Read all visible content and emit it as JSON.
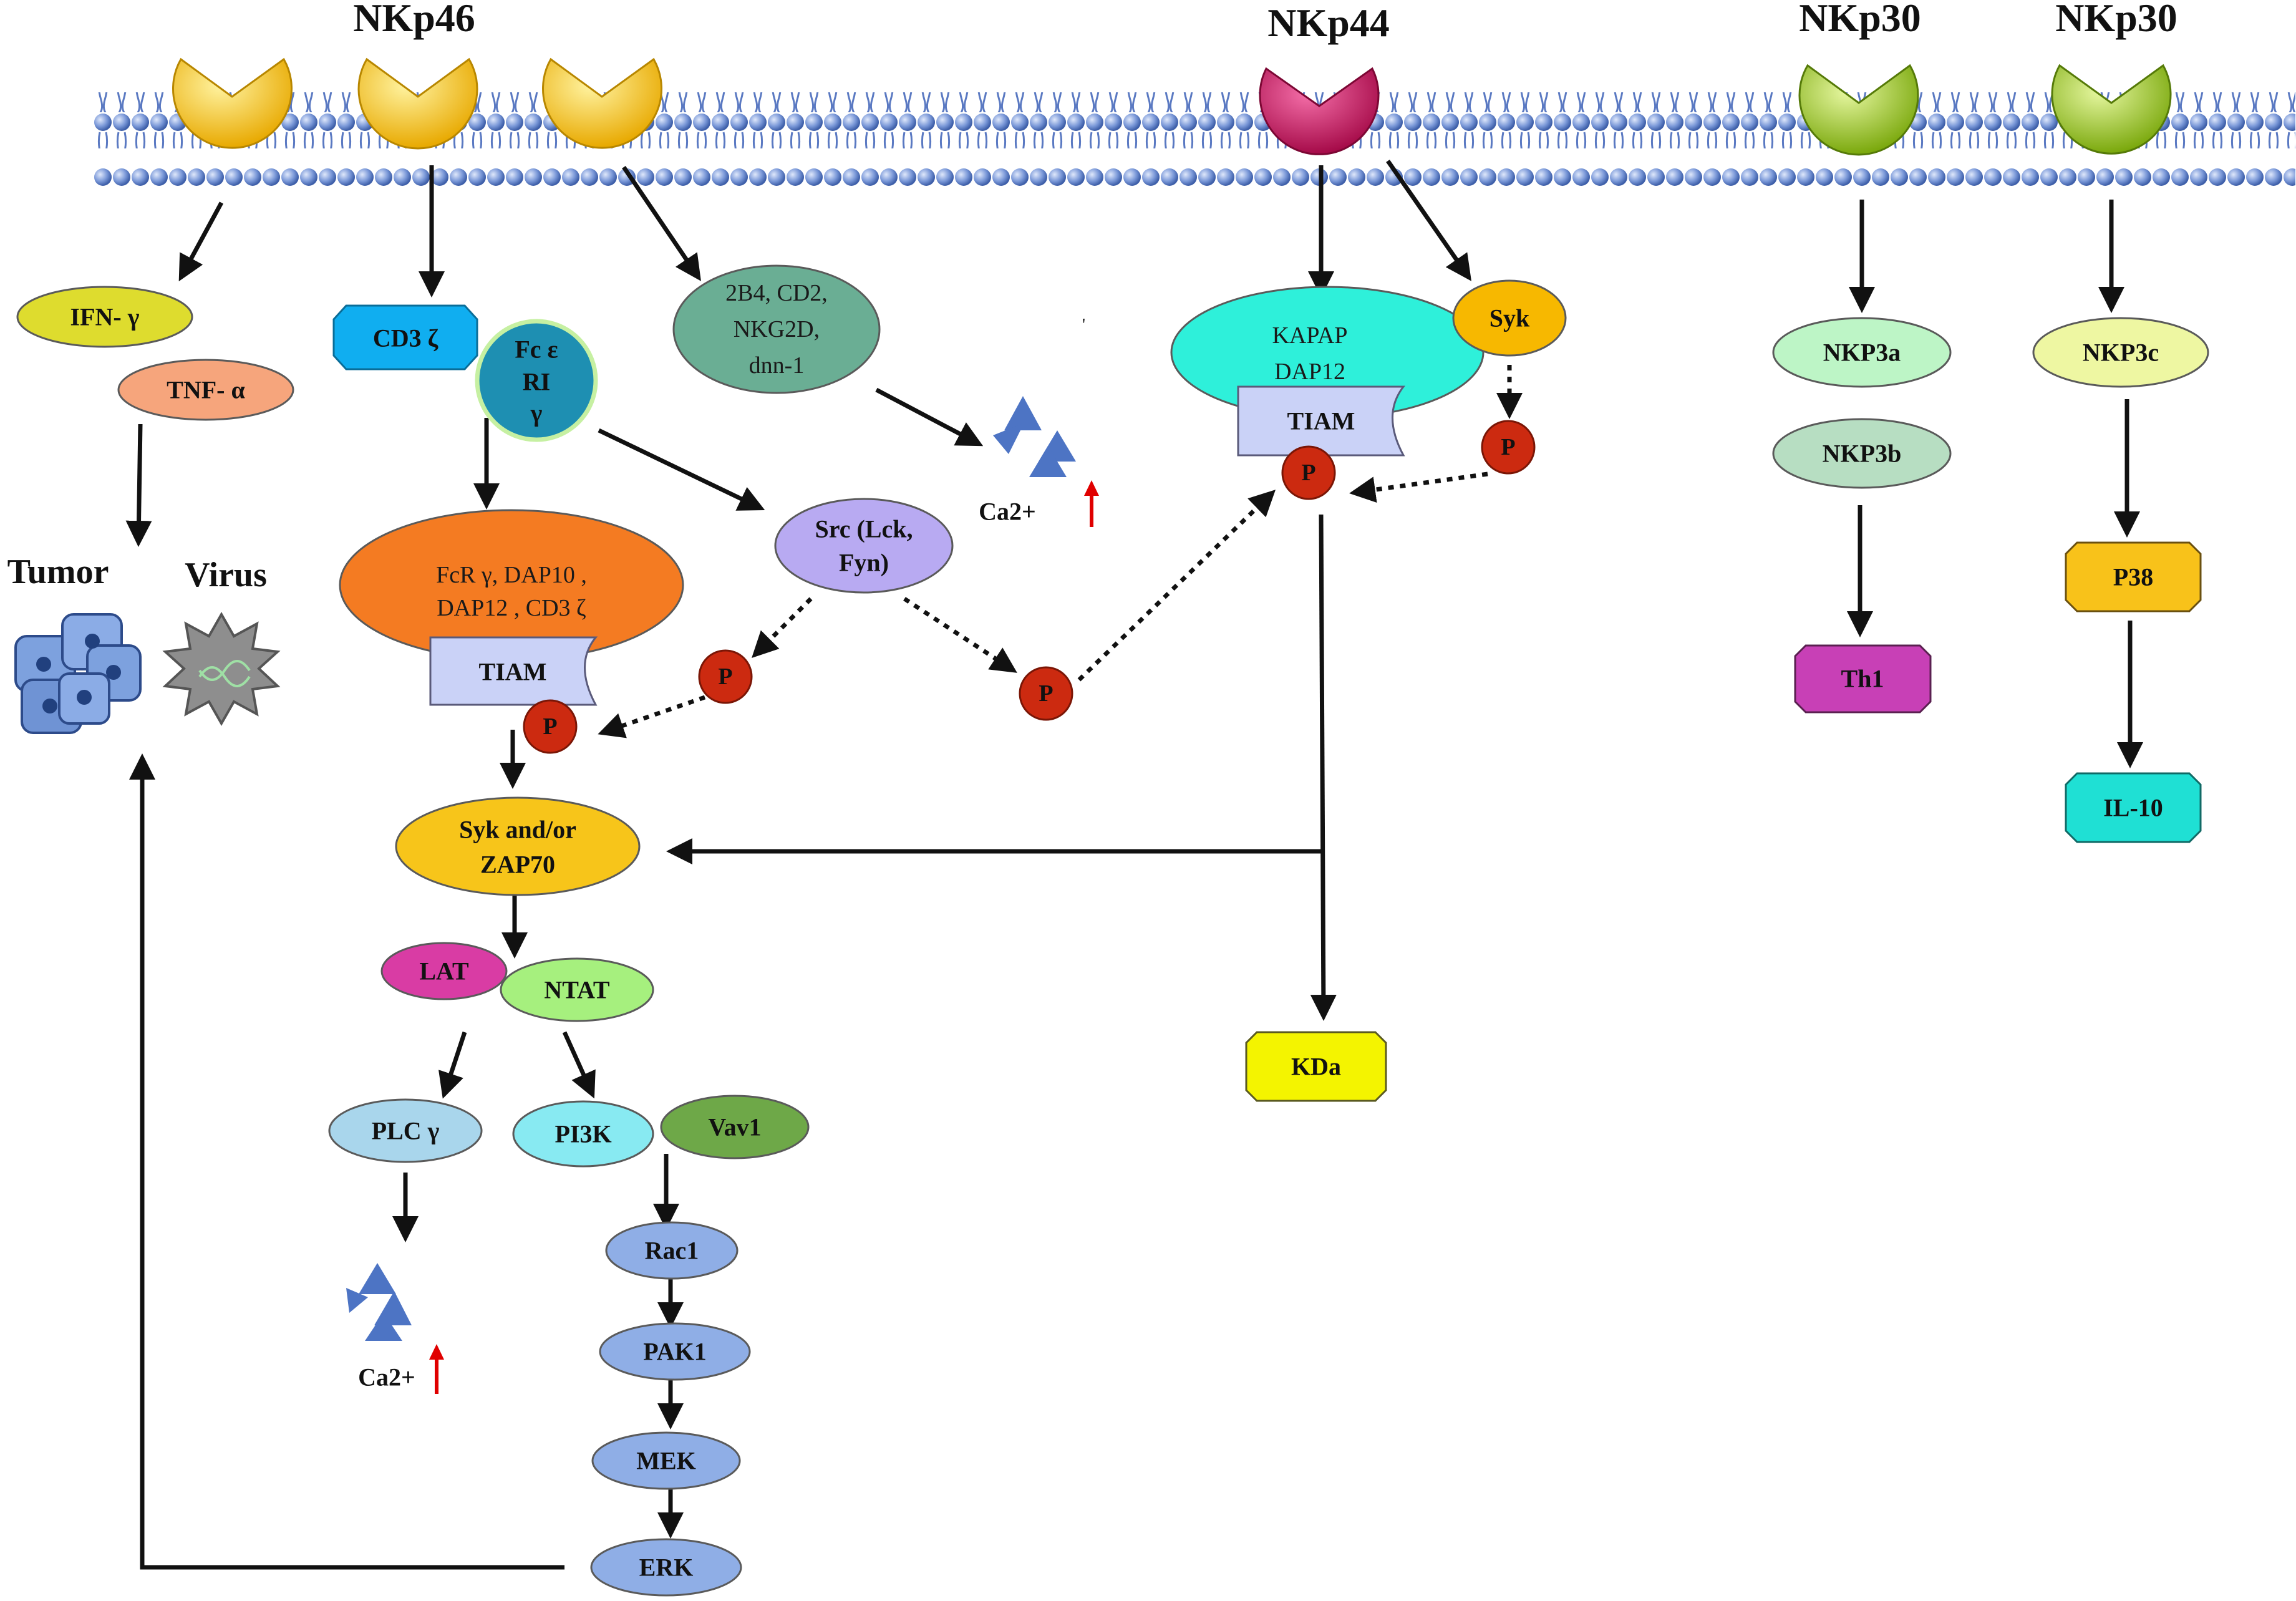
{
  "receptors": {
    "nkp46": "NKp46",
    "nkp44": "NKp44",
    "nkp30_a": "NKp30",
    "nkp30_b": "NKp30"
  },
  "nodes": {
    "ifn_gamma": "IFN- γ",
    "tnf_alpha": "TNF- α",
    "tumor": "Tumor",
    "virus": "Virus",
    "cd3_zeta": "CD3 ζ",
    "fc_eps_line1": "Fc ε",
    "fc_eps_line2": "RI",
    "fc_eps_line3": "γ",
    "coreceptors_line1": "2B4, CD2,",
    "coreceptors_line2": "NKG2D,",
    "coreceptors_line3": "dnn-1",
    "ca_top": "Ca2+",
    "src_line1": "Src (Lck,",
    "src_line2": "Fyn)",
    "adaptors_line1": "FcR γ,  DAP10 ,",
    "adaptors_line2": "DAP12 ,  CD3 ζ",
    "tiam_left": "TIAM",
    "p_label": "P",
    "syk_zap_line1": "Syk and/or",
    "syk_zap_line2": "ZAP70",
    "lat": "LAT",
    "ntat": "NTAT",
    "plc_gamma": "PLC γ",
    "pi3k": "PI3K",
    "vav1": "Vav1",
    "ca_bottom": "Ca2+",
    "rac1": "Rac1",
    "pak1": "PAK1",
    "mek": "MEK",
    "erk": "ERK",
    "kapap_line1": "KAPAP",
    "kapap_line2": "DAP12",
    "tiam_right": "TIAM",
    "syk": "Syk",
    "kda": "KDa",
    "nkp3a": "NKP3a",
    "nkp3b": "NKP3b",
    "th1": "Th1",
    "nkp3c": "NKP3c",
    "p38": "P38",
    "il10": "IL-10"
  },
  "colors": {
    "membrane_bead": "#6f8fd0",
    "receptor_nkp46": "#f5c400",
    "receptor_nkp44": "#d0145e",
    "receptor_nkp30": "#9ccc1a",
    "phospho": "#cc2a10",
    "calcium_arrow": "#e00000"
  }
}
